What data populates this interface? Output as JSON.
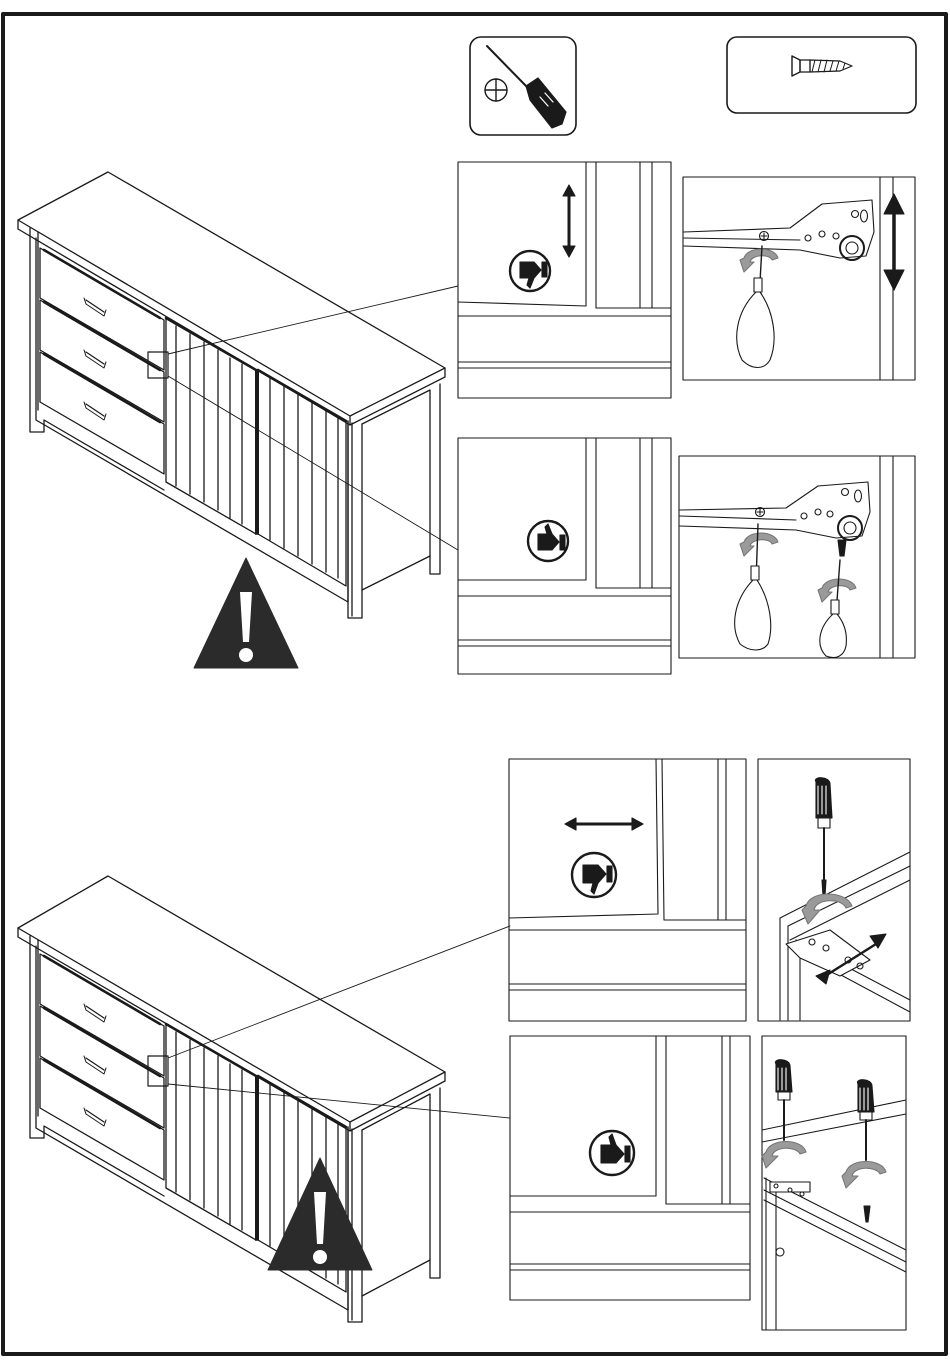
{
  "page": {
    "kind": "assembly-instruction-sheet",
    "text_content": []
  },
  "tools": {
    "screwdriver": {
      "icon": "phillips-screwdriver-icon",
      "tip": "phillips-cross-icon"
    },
    "hardware": {
      "icon": "countersunk-wood-screw-icon",
      "quantity_label": ""
    }
  },
  "steps": [
    {
      "id": "door-height-adjustment",
      "warning_icon": "warning-exclamation-icon",
      "incorrect": {
        "icon": "thumbs-down-icon",
        "adjust_direction": "vertical"
      },
      "correct": {
        "icon": "thumbs-up-icon"
      },
      "tool_action": "turn-screw-on-hinge-plate"
    },
    {
      "id": "door-side-adjustment",
      "warning_icon": "warning-exclamation-icon",
      "incorrect": {
        "icon": "thumbs-down-icon",
        "adjust_direction": "horizontal"
      },
      "correct": {
        "icon": "thumbs-up-icon"
      },
      "tool_action": "turn-screws-on-hinge-cup"
    }
  ],
  "colors": {
    "ink": "#1a1a1a",
    "paper": "#ffffff",
    "arrow_gray": "#9a9a9a"
  }
}
